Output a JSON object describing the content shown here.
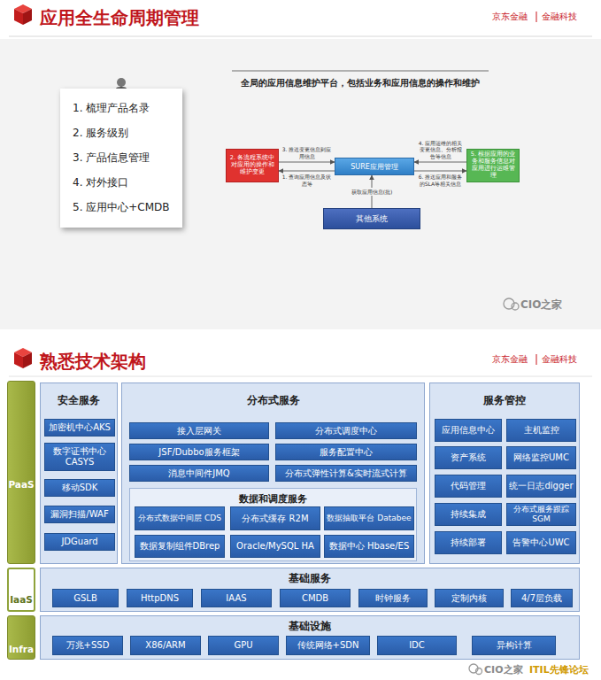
{
  "diagram": {
    "title": "应用全生命周期管理",
    "nodes": [
      {
        "text": [
          "1. 梳理产品名录",
          "2. 服务级别",
          "3. 产品信息管理",
          "4. 对外接口",
          "5. 应用中心+CMDB"
        ]
      },
      {
        "text": [
          "2. 各流程系统中对应用的操作和维护变更"
        ]
      },
      {
        "text": [
          "SURE应用管理"
        ]
      },
      {
        "text": [
          "5. 根据应用的业务和服务信息对应用进行运维管理"
        ]
      },
      {
        "text": [
          "其他系统"
        ]
      },
      {
        "text": [
          "PaaS"
        ]
      },
      {
        "text": [
          "安全服务"
        ]
      },
      {
        "text": [
          "加密机中心AKS"
        ],
        "in": 6
      },
      {
        "text": [
          "数字证书中心 CASYS"
        ],
        "in": 6
      },
      {
        "text": [
          "移动SDK"
        ],
        "in": 6
      },
      {
        "text": [
          "漏洞扫描/WAF"
        ],
        "in": 6
      },
      {
        "text": [
          "JDGuard"
        ],
        "in": 6
      },
      {
        "text": [
          "分布式服务"
        ]
      },
      {
        "text": [
          "接入层网关"
        ],
        "in": 12
      },
      {
        "text": [
          "分布式调度中心"
        ],
        "in": 12
      },
      {
        "text": [
          "JSF/Dubbo服务框架"
        ],
        "in": 12
      },
      {
        "text": [
          "服务配置中心"
        ],
        "in": 12
      },
      {
        "text": [
          "消息中间件JMQ"
        ],
        "in": 12
      },
      {
        "text": [
          "分布式弹性计算&实时流式计算"
        ],
        "in": 12
      },
      {
        "text": [
          "数据和调度服务"
        ],
        "in": 12
      },
      {
        "text": [
          "分布式数据中间层 CDS"
        ],
        "in": 19
      },
      {
        "text": [
          "分布式缓存 R2M"
        ],
        "in": 19
      },
      {
        "text": [
          "数据抽取平台 Databee"
        ],
        "in": 19
      },
      {
        "text": [
          "数据复制组件DBrep"
        ],
        "in": 19
      },
      {
        "text": [
          "Oracle/MySQL HA"
        ],
        "in": 19
      },
      {
        "text": [
          "数据中心 Hbase/ES"
        ],
        "in": 19
      },
      {
        "text": [
          "服务管控"
        ]
      },
      {
        "text": [
          "应用信息中心"
        ],
        "in": 26
      },
      {
        "text": [
          "主机监控"
        ],
        "in": 26
      },
      {
        "text": [
          "资产系统"
        ],
        "in": 26
      },
      {
        "text": [
          "网络监控UMC"
        ],
        "in": 26
      },
      {
        "text": [
          "代码管理"
        ],
        "in": 26
      },
      {
        "text": [
          "统一日志digger"
        ],
        "in": 26
      },
      {
        "text": [
          "持续集成"
        ],
        "in": 26
      },
      {
        "text": [
          "分布式服务跟踪 SGM"
        ],
        "in": 26
      },
      {
        "text": [
          "持续部署"
        ],
        "in": 26
      },
      {
        "text": [
          "告警中心UWC"
        ],
        "in": 26
      },
      {
        "text": [
          "IaaS"
        ]
      },
      {
        "text": [
          "基础服务"
        ]
      },
      {
        "text": [
          "GSLB"
        ],
        "in": 38
      },
      {
        "text": [
          "HttpDNS"
        ],
        "in": 38
      },
      {
        "text": [
          "IAAS"
        ],
        "in": 38
      },
      {
        "text": [
          "CMDB"
        ],
        "in": 38
      },
      {
        "text": [
          "时钟服务"
        ],
        "in": 38
      },
      {
        "text": [
          "定制内核"
        ],
        "in": 38
      },
      {
        "text": [
          "4/7层负载"
        ],
        "in": 38
      },
      {
        "text": [
          "Infra"
        ]
      },
      {
        "text": [
          "基础设施"
        ]
      },
      {
        "text": [
          "万兆+SSD"
        ],
        "in": 47
      },
      {
        "text": [
          "X86/ARM"
        ],
        "in": 47
      },
      {
        "text": [
          "GPU"
        ],
        "in": 47
      },
      {
        "text": [
          "传统网络+SDN"
        ],
        "in": 47
      },
      {
        "text": [
          "IDC"
        ],
        "in": 47
      },
      {
        "text": [
          "异构计算"
        ],
        "in": 47
      }
    ],
    "edges": [
      {
        "from": 1,
        "to": 2,
        "label": "3. 推送变更信息到应用信息",
        "arrow": "to"
      },
      {
        "from": 2,
        "to": 1,
        "label": "1. 查询应用信息及状态等",
        "arrow": "to"
      },
      {
        "from": 3,
        "to": 2,
        "label": "4. 应用运维的相关变更信息、分析报告等信息",
        "arrow": "to"
      },
      {
        "from": 2,
        "to": 3,
        "label": "6. 推送应用和服务的SLA等相关信息",
        "arrow": "to"
      },
      {
        "from": 4,
        "to": 2,
        "label": "获取应用信息(批)",
        "arrow": "to"
      }
    ],
    "labels": [
      "京东金融",
      "金融科技",
      "全局的应用信息维护平台，包括业务和应用信息的操作和维护",
      "CIO之家",
      "熟悉技术架构",
      "京东金融",
      "金融科技",
      "CIO之家",
      "ITIL先锋论坛"
    ]
  }
}
